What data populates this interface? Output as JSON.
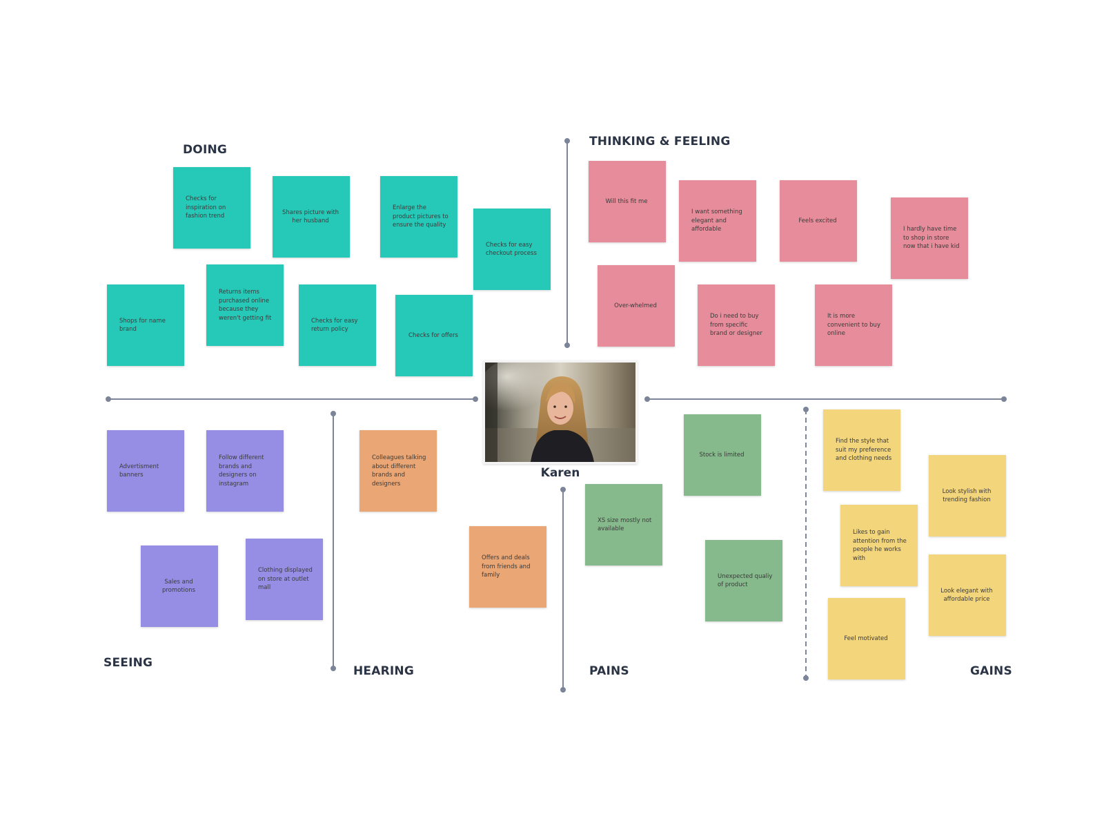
{
  "persona": {
    "name": "Karen"
  },
  "quadrants": {
    "doing": "DOING",
    "thinking_feeling": "THINKING & FEELING",
    "seeing": "SEEING",
    "hearing": "HEARING",
    "pains": "PAINS",
    "gains": "GAINS"
  },
  "stickies": {
    "doing": [
      "Checks for inspiration on fashion trend",
      "Shares picture with her husband",
      "Enlarge the product pictures to ensure the quality",
      "Checks for easy checkout process",
      "Shops for name brand",
      "Returns items purchased online because they weren't getting fit",
      "Checks for easy return policy",
      "Checks for offers"
    ],
    "thinking": [
      "Will this fit me",
      "I want something elegant and affordable",
      "Feels excited",
      "I hardly have time to shop in store now that i have kid",
      "Over-whelmed",
      "Do i need to buy from specific brand or designer",
      "It is more convenient to buy online"
    ],
    "seeing": [
      "Advertisment banners",
      "Follow different brands and designers on instagram",
      "Sales and promotions",
      "Clothing displayed on store at outlet mall"
    ],
    "hearing": [
      "Colleagues talking about different brands and designers",
      "Offers and deals from friends and family"
    ],
    "pains": [
      "Stock is limited",
      "XS size mostly not available",
      "Unexpected qualiy of product"
    ],
    "gains": [
      "Find the style that suit my preference and clothing needs",
      "Look stylish with trending fashion",
      "Likes to gain attention from the people he works with",
      "Look elegant with affordable price",
      "Feel motivated"
    ]
  },
  "colors": {
    "doing": "#26c9b8",
    "thinking": "#e78c9a",
    "seeing": "#958ee4",
    "hearing": "#eaa674",
    "pains": "#86b98b",
    "gains": "#f3d57b",
    "lines": "#7b8597",
    "headings": "#2b3444"
  }
}
